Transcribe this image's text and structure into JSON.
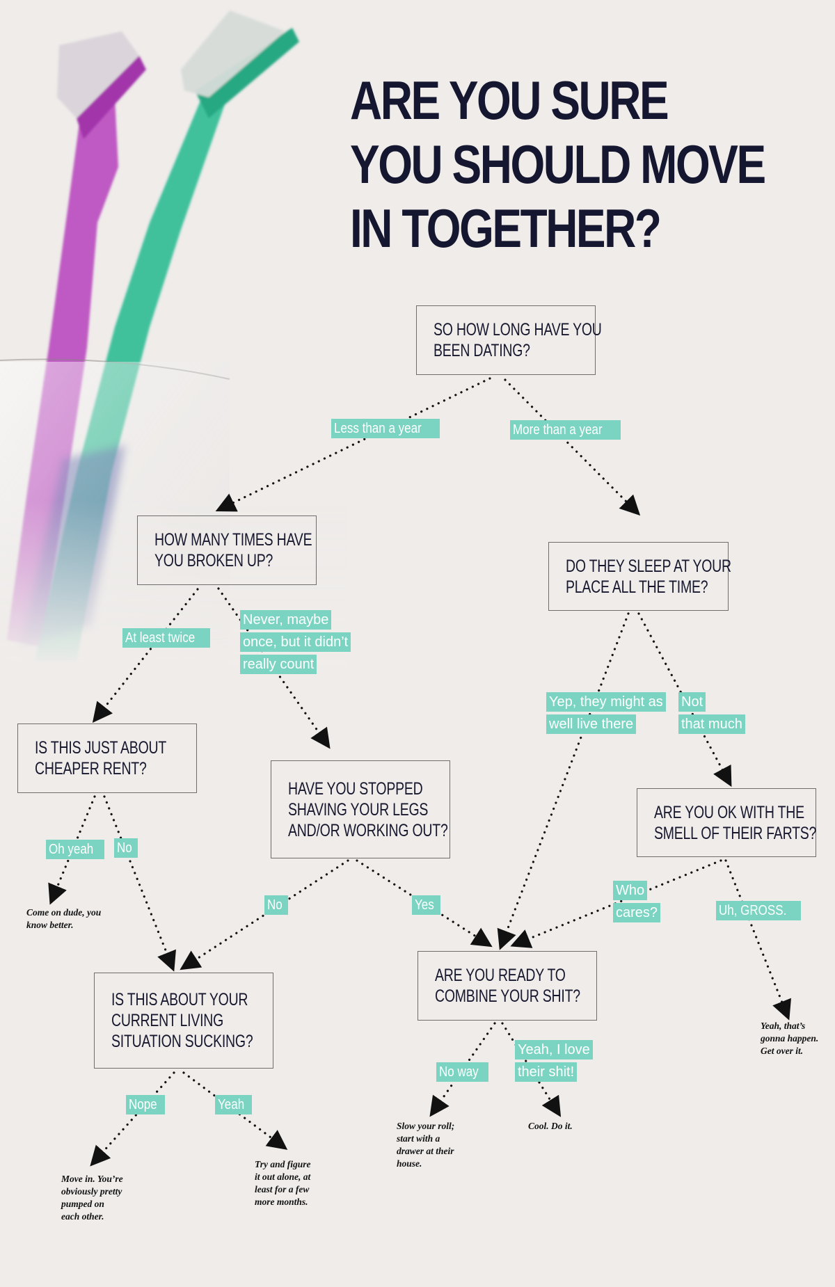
{
  "title": {
    "lines": [
      "ARE YOU SURE",
      "YOU SHOULD MOVE",
      "IN TOGETHER?"
    ]
  },
  "colors": {
    "background": "#efecea",
    "title": "#15162f",
    "tag_fill": "#7bd4c1",
    "tag_text": "#ffffff",
    "box_border": "#6f6c6c",
    "toothbrush_pink": "#b03bb8",
    "toothbrush_green": "#2fb58e"
  },
  "questions": {
    "q1": [
      "SO HOW LONG HAVE YOU",
      "BEEN DATING?"
    ],
    "q2": [
      "HOW MANY TIMES HAVE",
      "YOU BROKEN UP?"
    ],
    "q3": [
      "DO THEY SLEEP AT YOUR",
      "PLACE ALL THE TIME?"
    ],
    "q4": [
      "IS THIS JUST ABOUT",
      "CHEAPER RENT?"
    ],
    "q5": [
      "HAVE YOU STOPPED",
      "SHAVING YOUR LEGS",
      "AND/OR WORKING OUT?"
    ],
    "q6": [
      "ARE YOU OK WITH THE",
      "SMELL OF THEIR FARTS?"
    ],
    "q7": [
      "IS THIS ABOUT YOUR",
      "CURRENT LIVING",
      "SITUATION SUCKING?"
    ],
    "q8": [
      "ARE YOU READY TO",
      "COMBINE YOUR SHIT?"
    ]
  },
  "tags": {
    "less_than_year": "Less than a year",
    "more_than_year": "More than a year",
    "at_least_twice": "At least twice",
    "never_maybe": [
      "Never, maybe",
      "once, but it didn’t",
      "really count"
    ],
    "yep_they_might": [
      "Yep, they might as",
      "well live there"
    ],
    "not_that_much": [
      "Not",
      "that much"
    ],
    "oh_yeah": "Oh yeah",
    "no_rent": "No",
    "no_shaving": "No",
    "yes_shaving": "Yes",
    "who_cares": [
      "Who",
      "cares?"
    ],
    "uh_gross": "Uh, GROSS.",
    "nope": "Nope",
    "yeah_living": "Yeah",
    "no_way": "No way",
    "yeah_love": [
      "Yeah, I love",
      "their shit!"
    ]
  },
  "answers": {
    "come_on_dude": [
      "Come on dude, you",
      "know better."
    ],
    "yeah_thats_gonna": [
      "Yeah, that’s",
      "gonna happen.",
      "Get over it."
    ],
    "move_in": [
      "Move in. You’re",
      "obviously pretty",
      "pumped on",
      "each other."
    ],
    "try_and_figure": [
      "Try and figure",
      "it out alone, at",
      "least for a few",
      "more months."
    ],
    "slow_your_roll": [
      "Slow your roll;",
      "start with a",
      "drawer at their",
      "house."
    ],
    "cool_do_it": [
      "Cool. Do it."
    ]
  },
  "icons": {
    "arrowhead": "triangle-arrowhead-icon",
    "photo": "toothbrushes-photo"
  }
}
